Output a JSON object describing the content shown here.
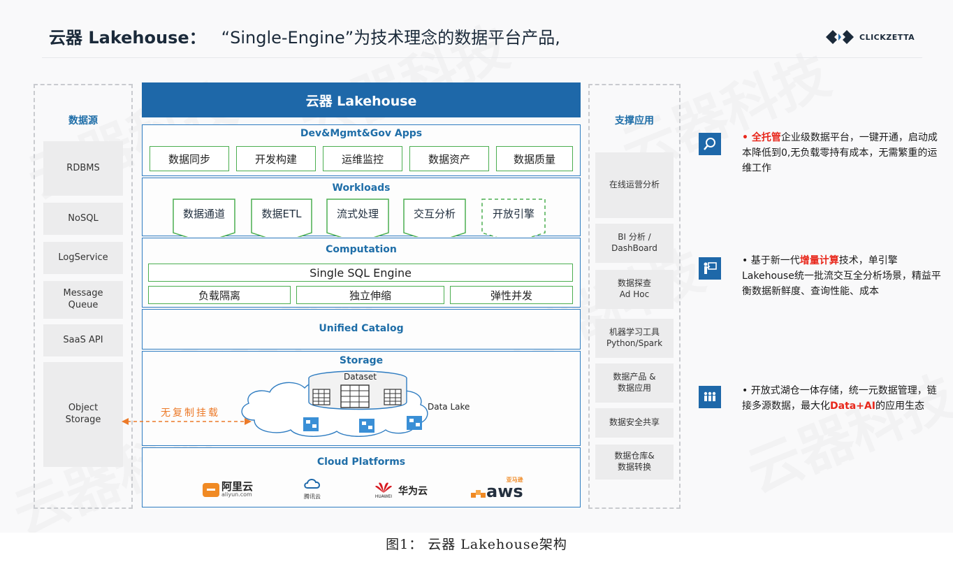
{
  "header": {
    "title_bold": "云器 Lakehouse：",
    "title_rest": "“Single-Engine”为技术理念的数据平台产品,",
    "logo_text": "CLICKZETTA"
  },
  "watermark_text": "云器科技",
  "left_column": {
    "title": "数据源",
    "items": [
      "RDBMS",
      "NoSQL",
      "LogService",
      "Message\nQueue",
      "SaaS API",
      "Object\nStorage"
    ]
  },
  "core": {
    "header": "云器 Lakehouse",
    "apps": {
      "title": "Dev&Mgmt&Gov Apps",
      "items": [
        "数据同步",
        "开发构建",
        "运维监控",
        "数据资产",
        "数据质量"
      ]
    },
    "workloads": {
      "title": "Workloads",
      "items": [
        "数据通道",
        "数据ETL",
        "流式处理",
        "交互分析",
        "开放引擎"
      ]
    },
    "computation": {
      "title": "Computation",
      "engine": "Single SQL Engine",
      "items": [
        "负载隔离",
        "独立伸缩",
        "弹性并发"
      ]
    },
    "catalog": {
      "title": "Unified Catalog"
    },
    "storage": {
      "title": "Storage",
      "dataset_label": "Dataset",
      "lake_label": "Data Lake",
      "mount_label": "无复制挂载"
    },
    "cloud": {
      "title": "Cloud Platforms",
      "aliyun": "阿里云",
      "aliyun_sub": "aliyun.com",
      "tencent": "腾讯云",
      "huawei": "华为云",
      "huawei_sub": "HUAWEI",
      "aws_top": "亚马逊",
      "aws": "aws"
    }
  },
  "right_column": {
    "title": "支撑应用",
    "items": [
      "在线运营分析",
      "BI 分析 /\nDashBoard",
      "数据探查\nAd Hoc",
      "机器学习工具\nPython/Spark",
      "数据产品 &\n数据应用",
      "数据安全共享",
      "数据仓库&\n数据转换"
    ]
  },
  "features": [
    {
      "icon": "search-icon",
      "bullet": "• ",
      "highlight": "全托管",
      "text": "企业级数据平台，一键开通，启动成本降低到0,无负载零持有成本，无需繁重的运维工作"
    },
    {
      "icon": "presenter-icon",
      "bullet": "• ",
      "pre": "基于新一代",
      "highlight": "增量计算",
      "text": "技术，单引擎Lakehouse统一批流交互全分析场景，精益平衡数据新鲜度、查询性能、成本"
    },
    {
      "icon": "team-icon",
      "bullet": "• ",
      "pre": "开放式湖仓一体存储，统一元数据管理，链接多源数据，最大化",
      "highlight": "Data+AI",
      "text": "的应用生态"
    }
  ],
  "caption": "图1：  云器 Lakehouse架构",
  "colors": {
    "core_blue": "#1e68a9",
    "layer_border": "#2e7cc1",
    "box_green": "#4bae50",
    "accent_orange": "#ec7a29",
    "highlight_red": "#e8281c"
  }
}
